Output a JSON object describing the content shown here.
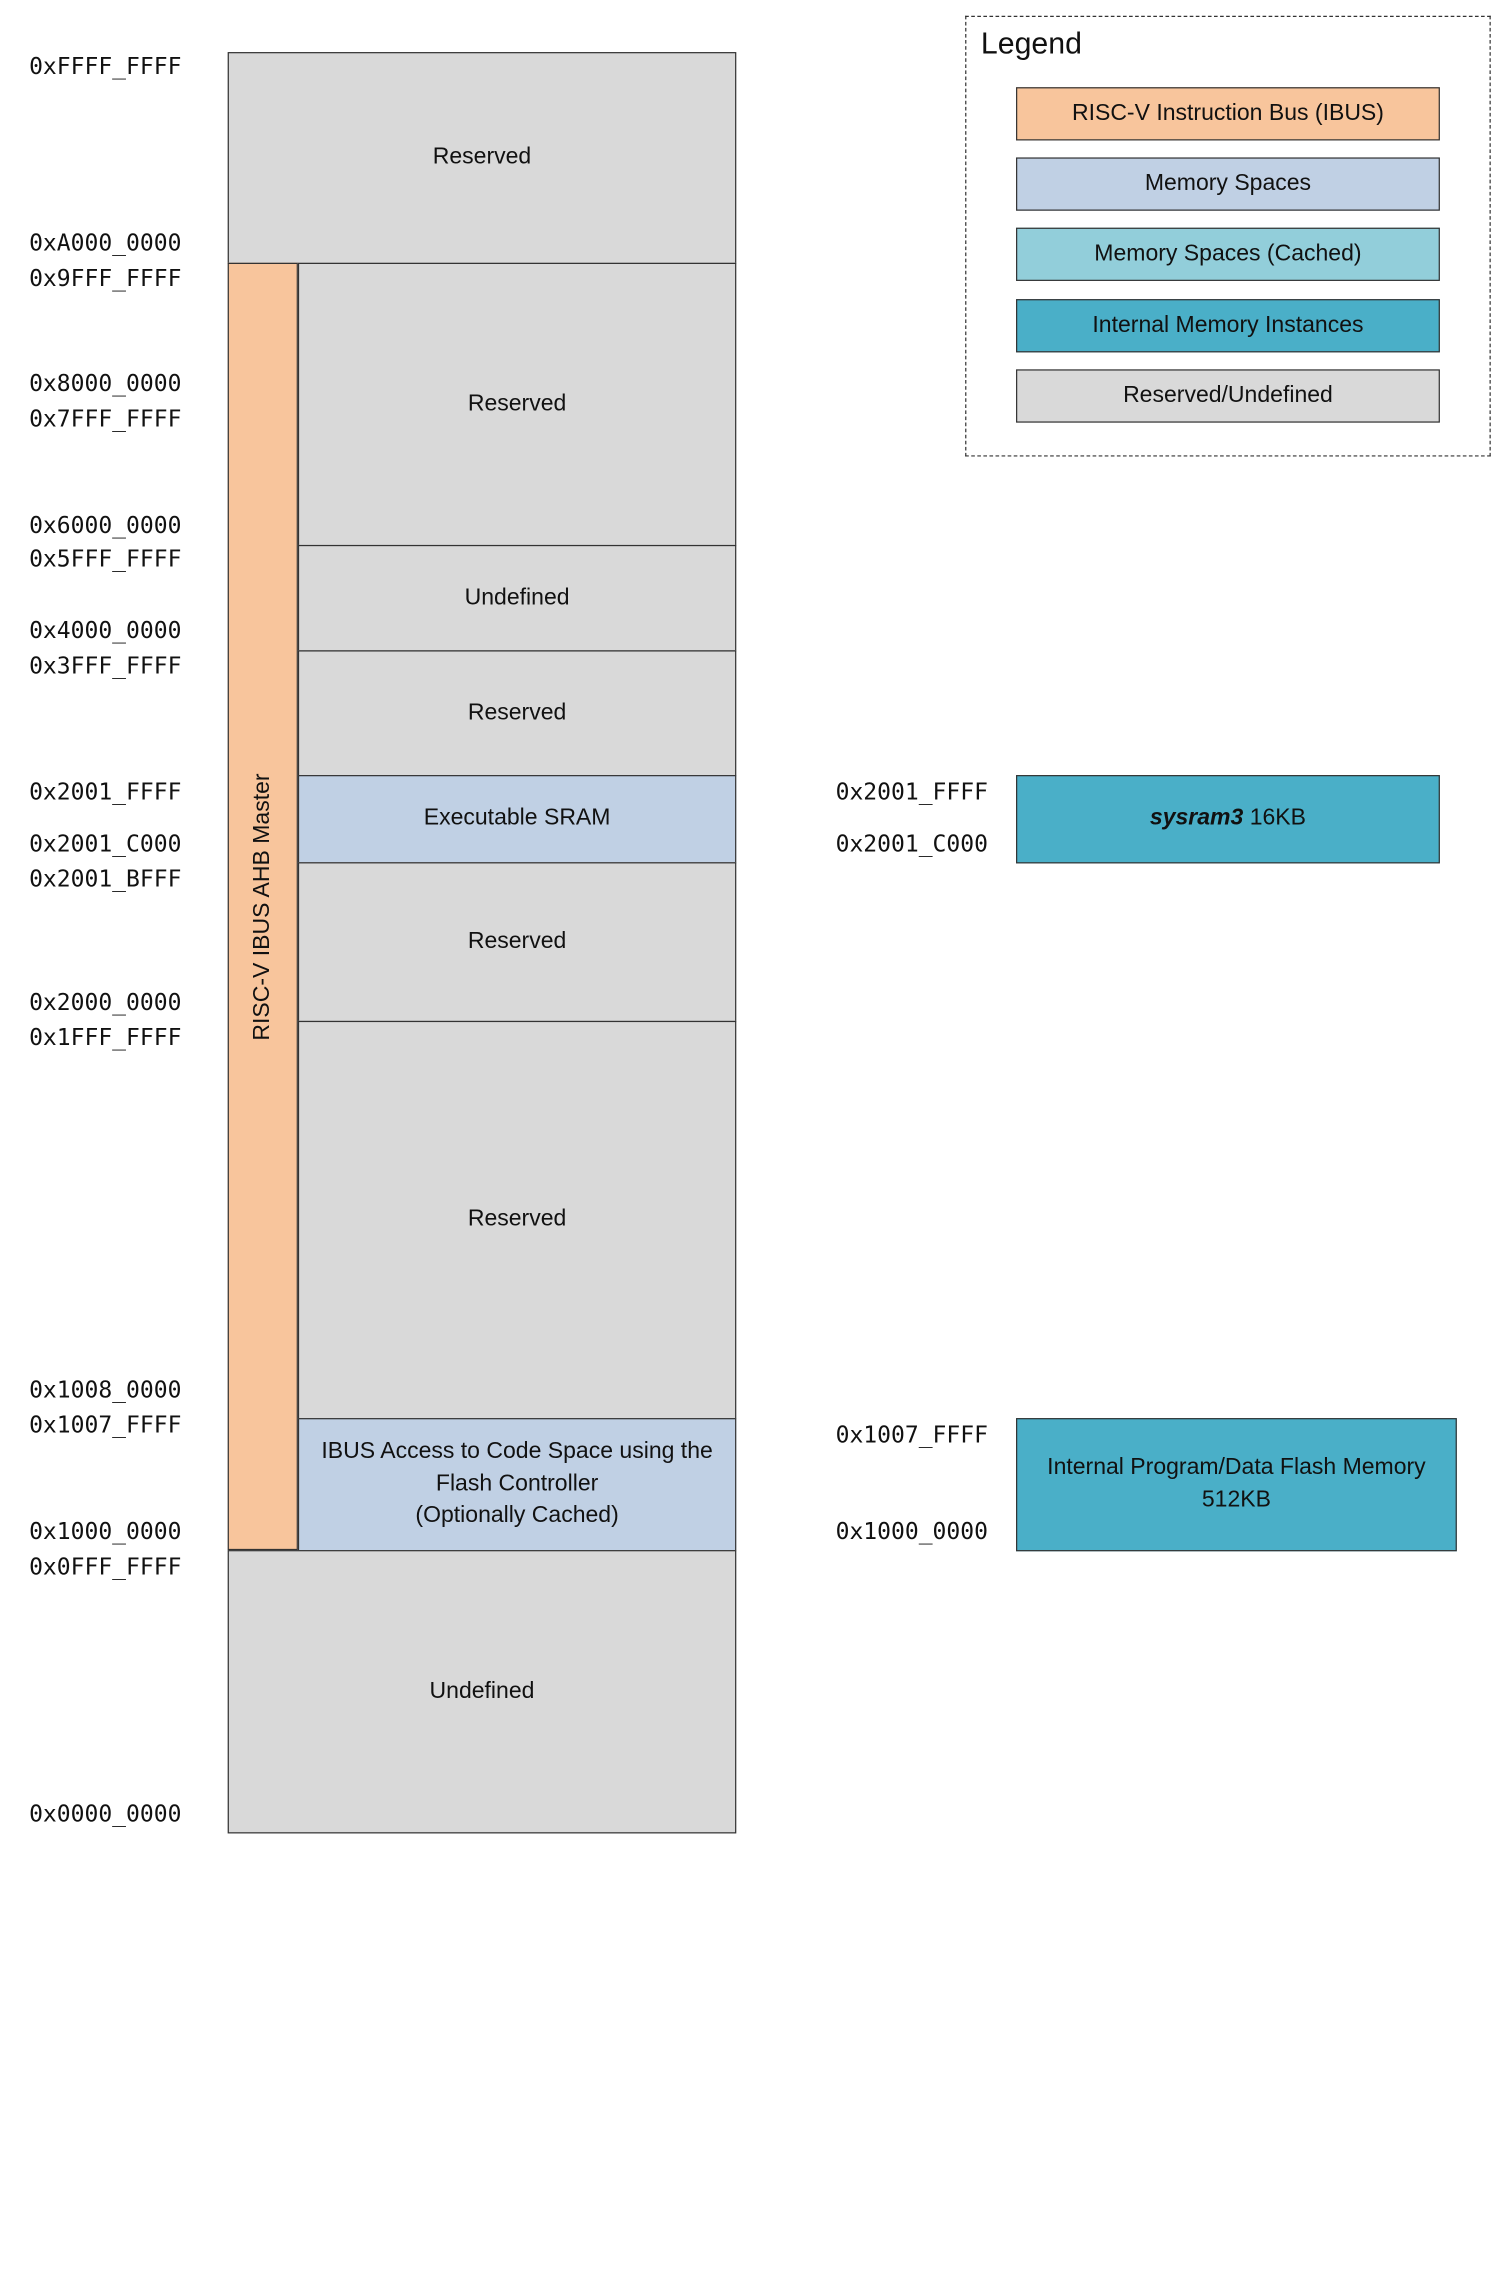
{
  "legend": {
    "title": "Legend",
    "items": [
      {
        "label": "RISC-V Instruction Bus (IBUS)",
        "color": "#f8c59c"
      },
      {
        "label": "Memory Spaces",
        "color": "#c0d0e4"
      },
      {
        "label": "Memory Spaces (Cached)",
        "color": "#92ceda"
      },
      {
        "label": "Internal Memory Instances",
        "color": "#4aafc8"
      },
      {
        "label": "Reserved/Undefined",
        "color": "#d9d9d9"
      }
    ]
  },
  "bus_label": "RISC-V IBUS AHB Master",
  "regions": {
    "r_top": "Reserved",
    "r_8000": "Reserved",
    "u_4000": "Undefined",
    "r_3fff": "Reserved",
    "sram": "Executable SRAM",
    "r_2000": "Reserved",
    "r_1008": "Reserved",
    "ibus_line1": "IBUS Access to Code Space using the",
    "ibus_line2": "Flash Controller",
    "ibus_line3": "(Optionally Cached)",
    "u_bottom": "Undefined"
  },
  "addresses_left": [
    "0xFFFF_FFFF",
    "0xA000_0000",
    "0x9FFF_FFFF",
    "0x8000_0000",
    "0x7FFF_FFFF",
    "0x6000_0000",
    "0x5FFF_FFFF",
    "0x4000_0000",
    "0x3FFF_FFFF",
    "0x2001_FFFF",
    "0x2001_C000",
    "0x2001_BFFF",
    "0x2000_0000",
    "0x1FFF_FFFF",
    "0x1008_0000",
    "0x1007_FFFF",
    "0x1000_0000",
    "0x0FFF_FFFF",
    "0x0000_0000"
  ],
  "addresses_right": [
    "0x2001_FFFF",
    "0x2001_C000",
    "0x1007_FFFF",
    "0x1000_0000"
  ],
  "instances": {
    "sysram_name": "sysram3",
    "sysram_size": " 16KB",
    "flash_line1": "Internal Program/Data Flash Memory",
    "flash_line2": "512KB"
  }
}
